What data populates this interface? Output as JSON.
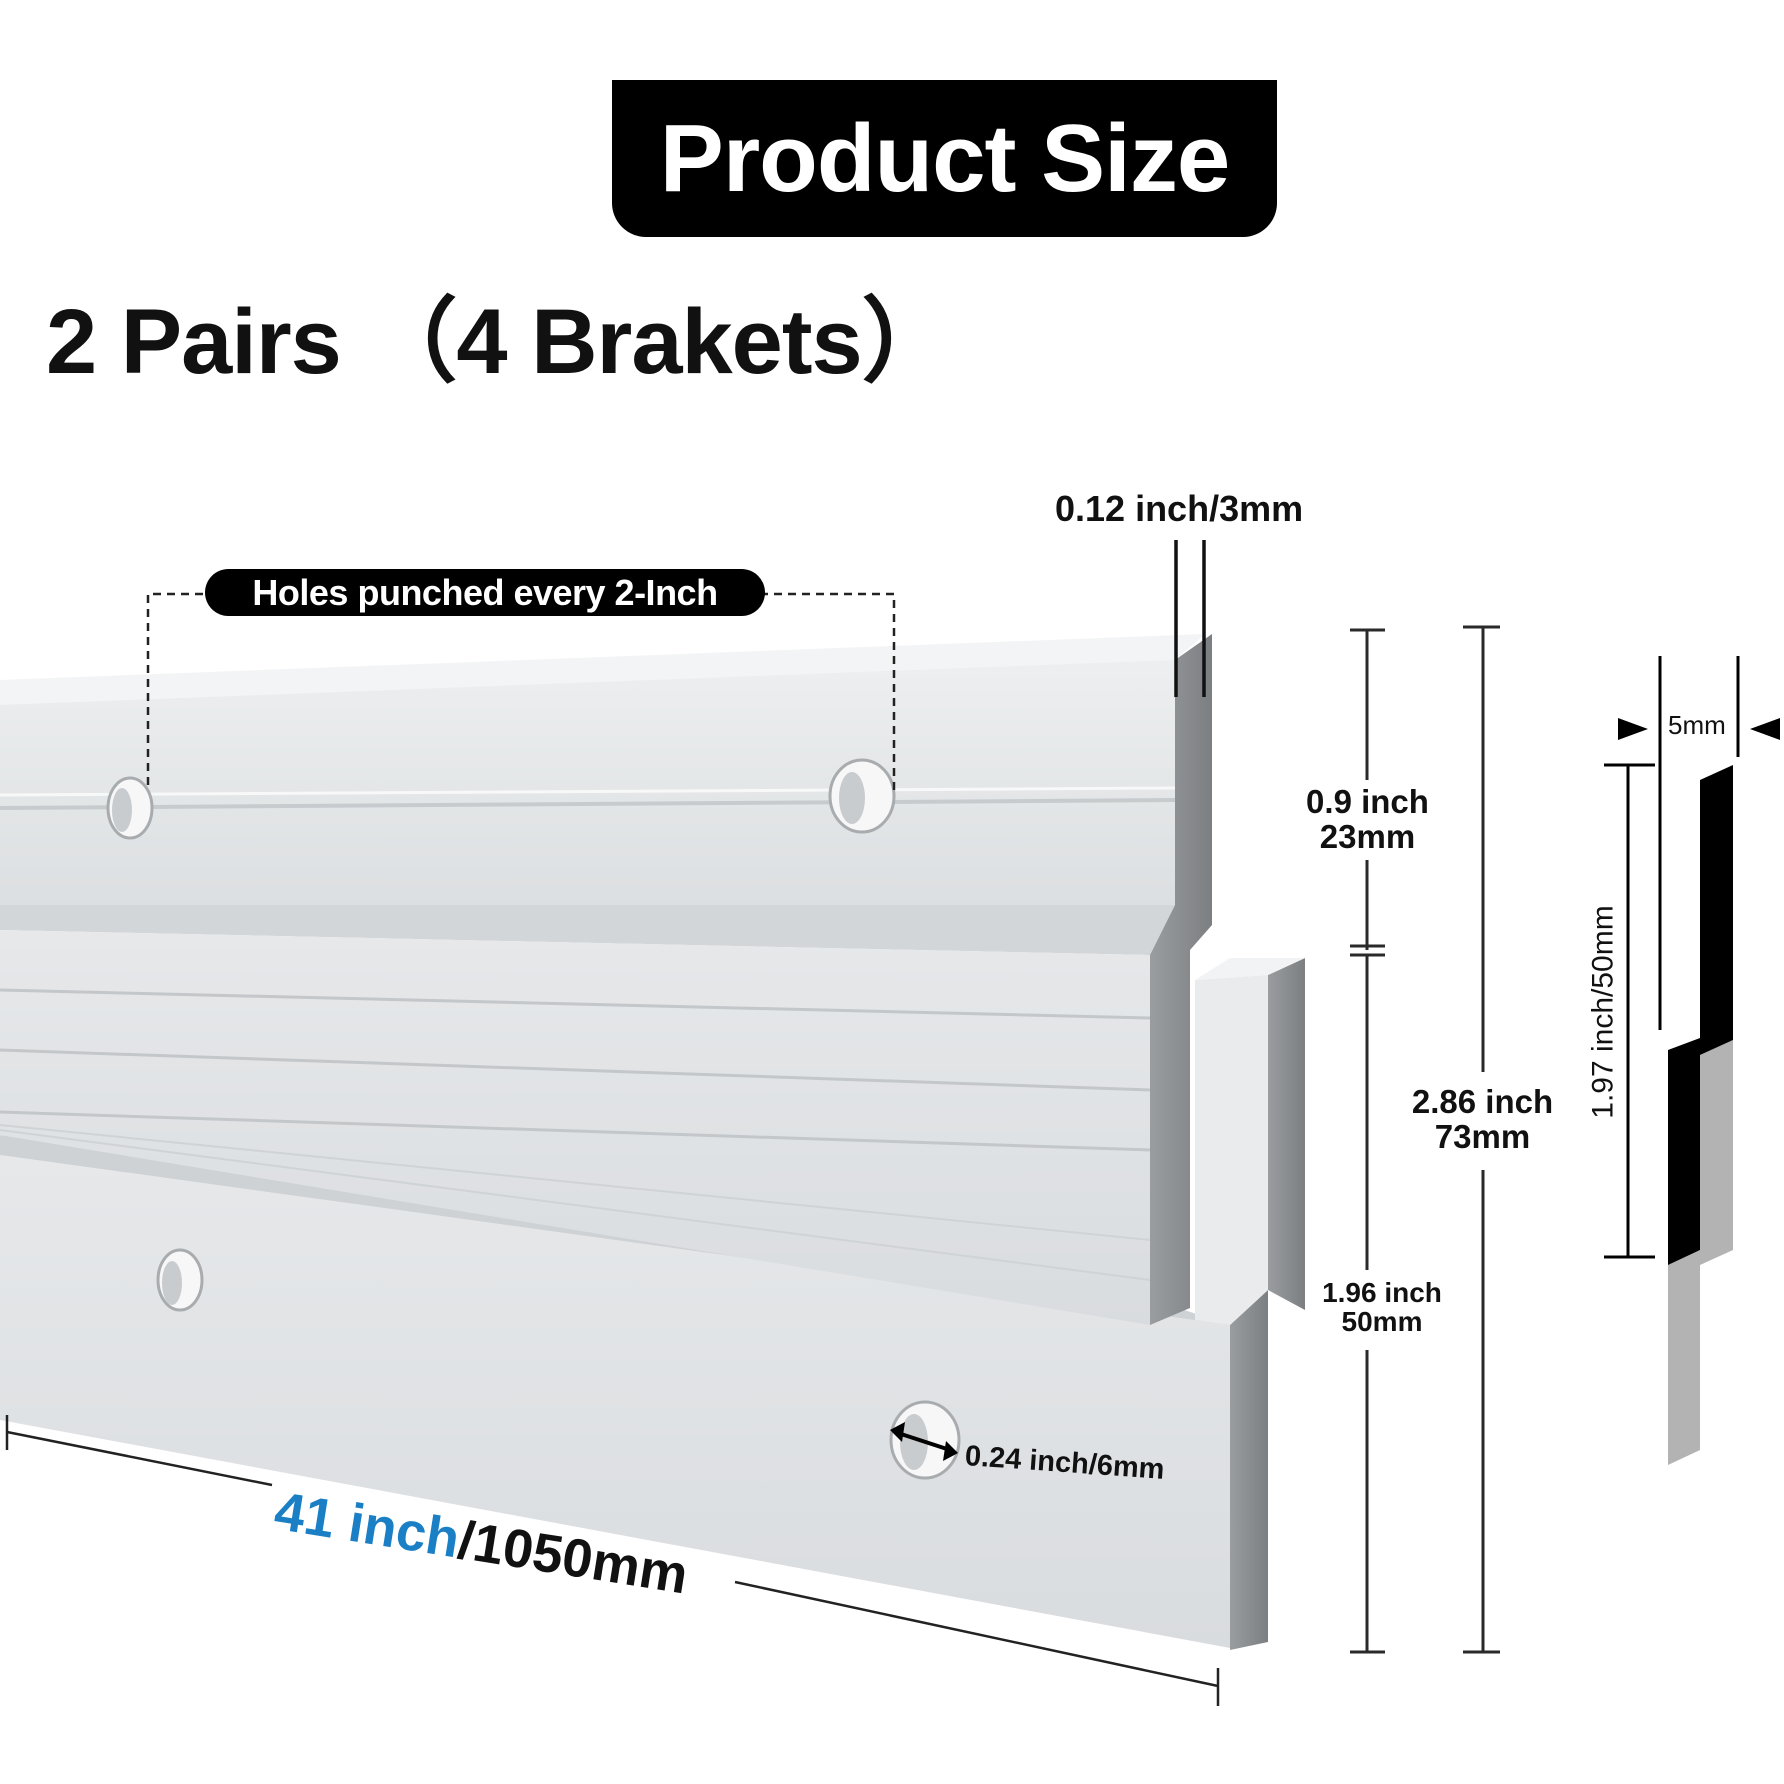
{
  "header": {
    "title": "Product Size",
    "subtitle": "2 Pairs （4 Brakets）"
  },
  "callouts": {
    "holes_spacing": "Holes punched every 2-Inch",
    "thickness": "0.12 inch/3mm",
    "upper_height_in": "0.9 inch",
    "upper_height_mm": "23mm",
    "lower_height_in": "1.96 inch",
    "lower_height_mm": "50mm",
    "total_height_in": "2.86 inch",
    "total_height_mm": "73mm",
    "hole_diameter": "0.24 inch/6mm",
    "length_inch": "41 inch",
    "length_mm": "/1050mm"
  },
  "profile_diagram": {
    "offset": "5mm",
    "height": "1.97 inch/50mm"
  },
  "colors": {
    "accent_blue": "#1a7fc4",
    "pill_black": "#000000",
    "rail_light": "#e4e6e8",
    "rail_edge": "#8c8f92",
    "profile_black": "#000000",
    "profile_gray": "#b3b3b3"
  }
}
